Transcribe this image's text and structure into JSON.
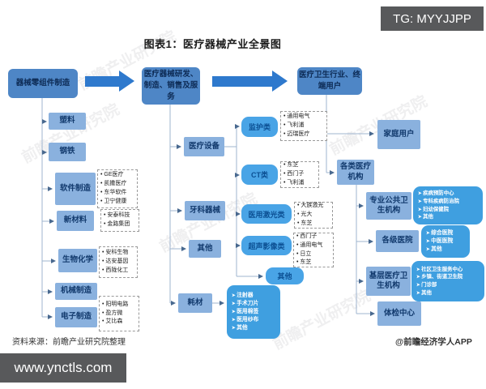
{
  "badge": {
    "tg": "TG: MYYJJPP",
    "site": "www.ynctls.com"
  },
  "title": "图表1：医疗器械产业全景图",
  "source": "资料来源：前瞻产业研究院整理",
  "credit": "@前瞻经济学人APP",
  "watermark": "前瞻产业研究院",
  "left": {
    "header": "器械零组件制造",
    "plastic": "塑料",
    "steel": "钢铁",
    "software": "软件制造",
    "software_companies": [
      "GE医疗",
      "凯撒医疗",
      "东华软件",
      "卫宁健康"
    ],
    "newmaterial": "新材料",
    "newmaterial_companies": [
      "安泰科技",
      "金路集团"
    ],
    "biochem": "生物化学",
    "biochem_companies": [
      "安科生物",
      "达安基因",
      "西陇化工"
    ],
    "machinery": "机械制造",
    "electronics": "电子制造",
    "electronics_companies": [
      "阳明电路",
      "盈方微",
      "艾比森"
    ]
  },
  "middle": {
    "header": "医疗器械研发、制造、销售及服务",
    "equipment": "医疗设备",
    "dental": "牙科器械",
    "other": "其他",
    "consumables": "耗材",
    "consumables_items": [
      "注射器",
      "手术刀片",
      "医用棉签",
      "医用纱布",
      "其他"
    ],
    "monitor": "监护类",
    "monitor_companies": [
      "通用电气",
      "飞利浦",
      "迈瑞医疗"
    ],
    "ct": "CT类",
    "ct_companies": [
      "东芝",
      "西门子",
      "飞利浦"
    ],
    "laser": "医用激光类",
    "laser_companies": [
      "大族激光",
      "光大",
      "东芝"
    ],
    "ultrasound": "超声影像类",
    "ultrasound_companies": [
      "西门子",
      "通用电气",
      "日立",
      "东芝"
    ],
    "other2": "其他"
  },
  "right": {
    "header": "医疗卫生行业、终端用户",
    "home": "家庭用户",
    "institutions": "各类医疗机构",
    "public_health": "专业公共卫生机构",
    "public_health_items": [
      "疾病预防中心",
      "专科疾病防治院",
      "妇幼保健院",
      "其他"
    ],
    "hospitals": "各级医院",
    "hospitals_items": [
      "综合医院",
      "中医医院",
      "其他"
    ],
    "basic": "基层医疗卫生机构",
    "basic_items": [
      "社区卫生服务中心",
      "乡镇、街道卫生院",
      "门诊部",
      "其他"
    ],
    "checkup": "体检中心"
  }
}
